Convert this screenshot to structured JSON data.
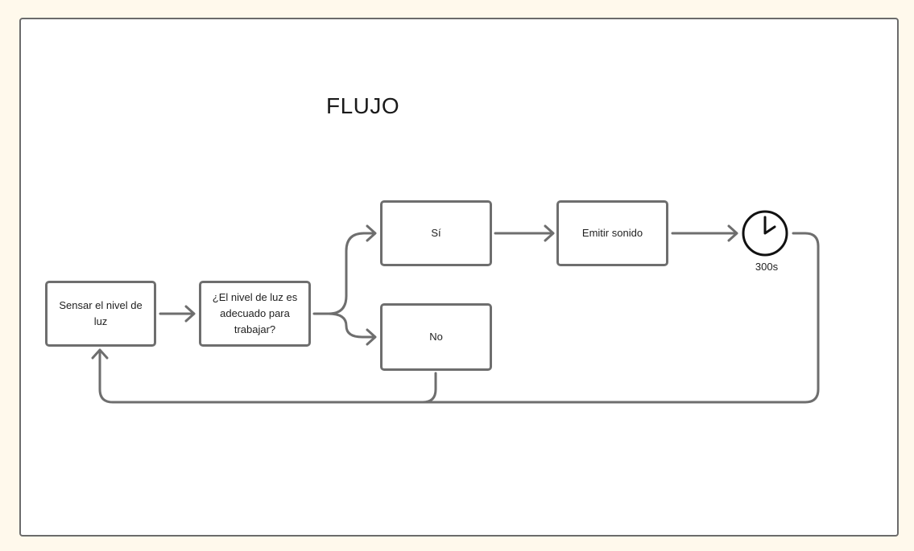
{
  "title": "FLUJO",
  "nodes": {
    "sense": "Sensar el nivel de luz",
    "decision": "¿El nivel de luz es adecuado para trabajar?",
    "yes": "Sí",
    "no": "No",
    "beep": "Emitir sonido"
  },
  "timer": {
    "label": "300s",
    "icon": "clock-icon"
  },
  "colors": {
    "background": "#fff9ec",
    "stroke": "#6e6e6e",
    "clock": "#111111"
  }
}
